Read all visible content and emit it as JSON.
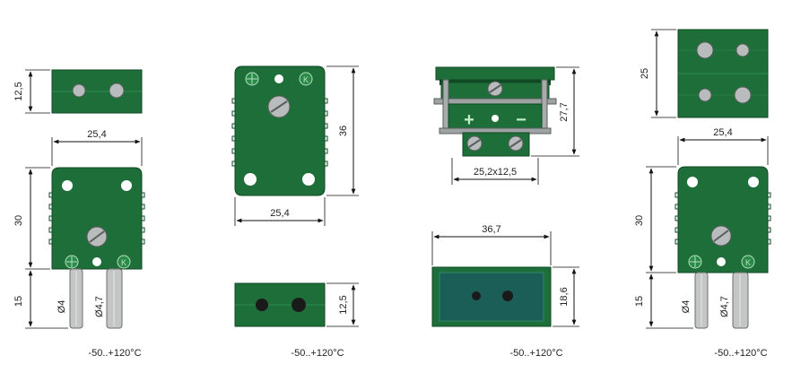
{
  "colors": {
    "body_green": "#1e6e3a",
    "body_dark": "#0f4a24",
    "metal": "#c4c6c6",
    "panel_teal": "#1b5e57"
  },
  "drawing_1": {
    "top_height": "12,5",
    "width": "25,4",
    "body_height": "30",
    "pin_length": "15",
    "pin_dia_1": "Ø4",
    "pin_dia_2": "Ø4,7",
    "temperature": "-50..+120°C"
  },
  "drawing_2": {
    "height": "36",
    "width": "25,4",
    "side_height": "12,5",
    "temperature": "-50..+120°C"
  },
  "drawing_3": {
    "height": "27,7",
    "cutout": "25,2x12,5",
    "plus_sign": "+",
    "minus_sign": "−",
    "panel_width": "36,7",
    "panel_height": "18,6",
    "temperature": "-50..+120°C"
  },
  "drawing_4": {
    "top_height": "25",
    "width": "25,4",
    "body_height": "30",
    "pin_length": "15",
    "pin_dia_1": "Ø4",
    "pin_dia_2": "Ø4,7",
    "temperature": "-50..+120°C"
  }
}
